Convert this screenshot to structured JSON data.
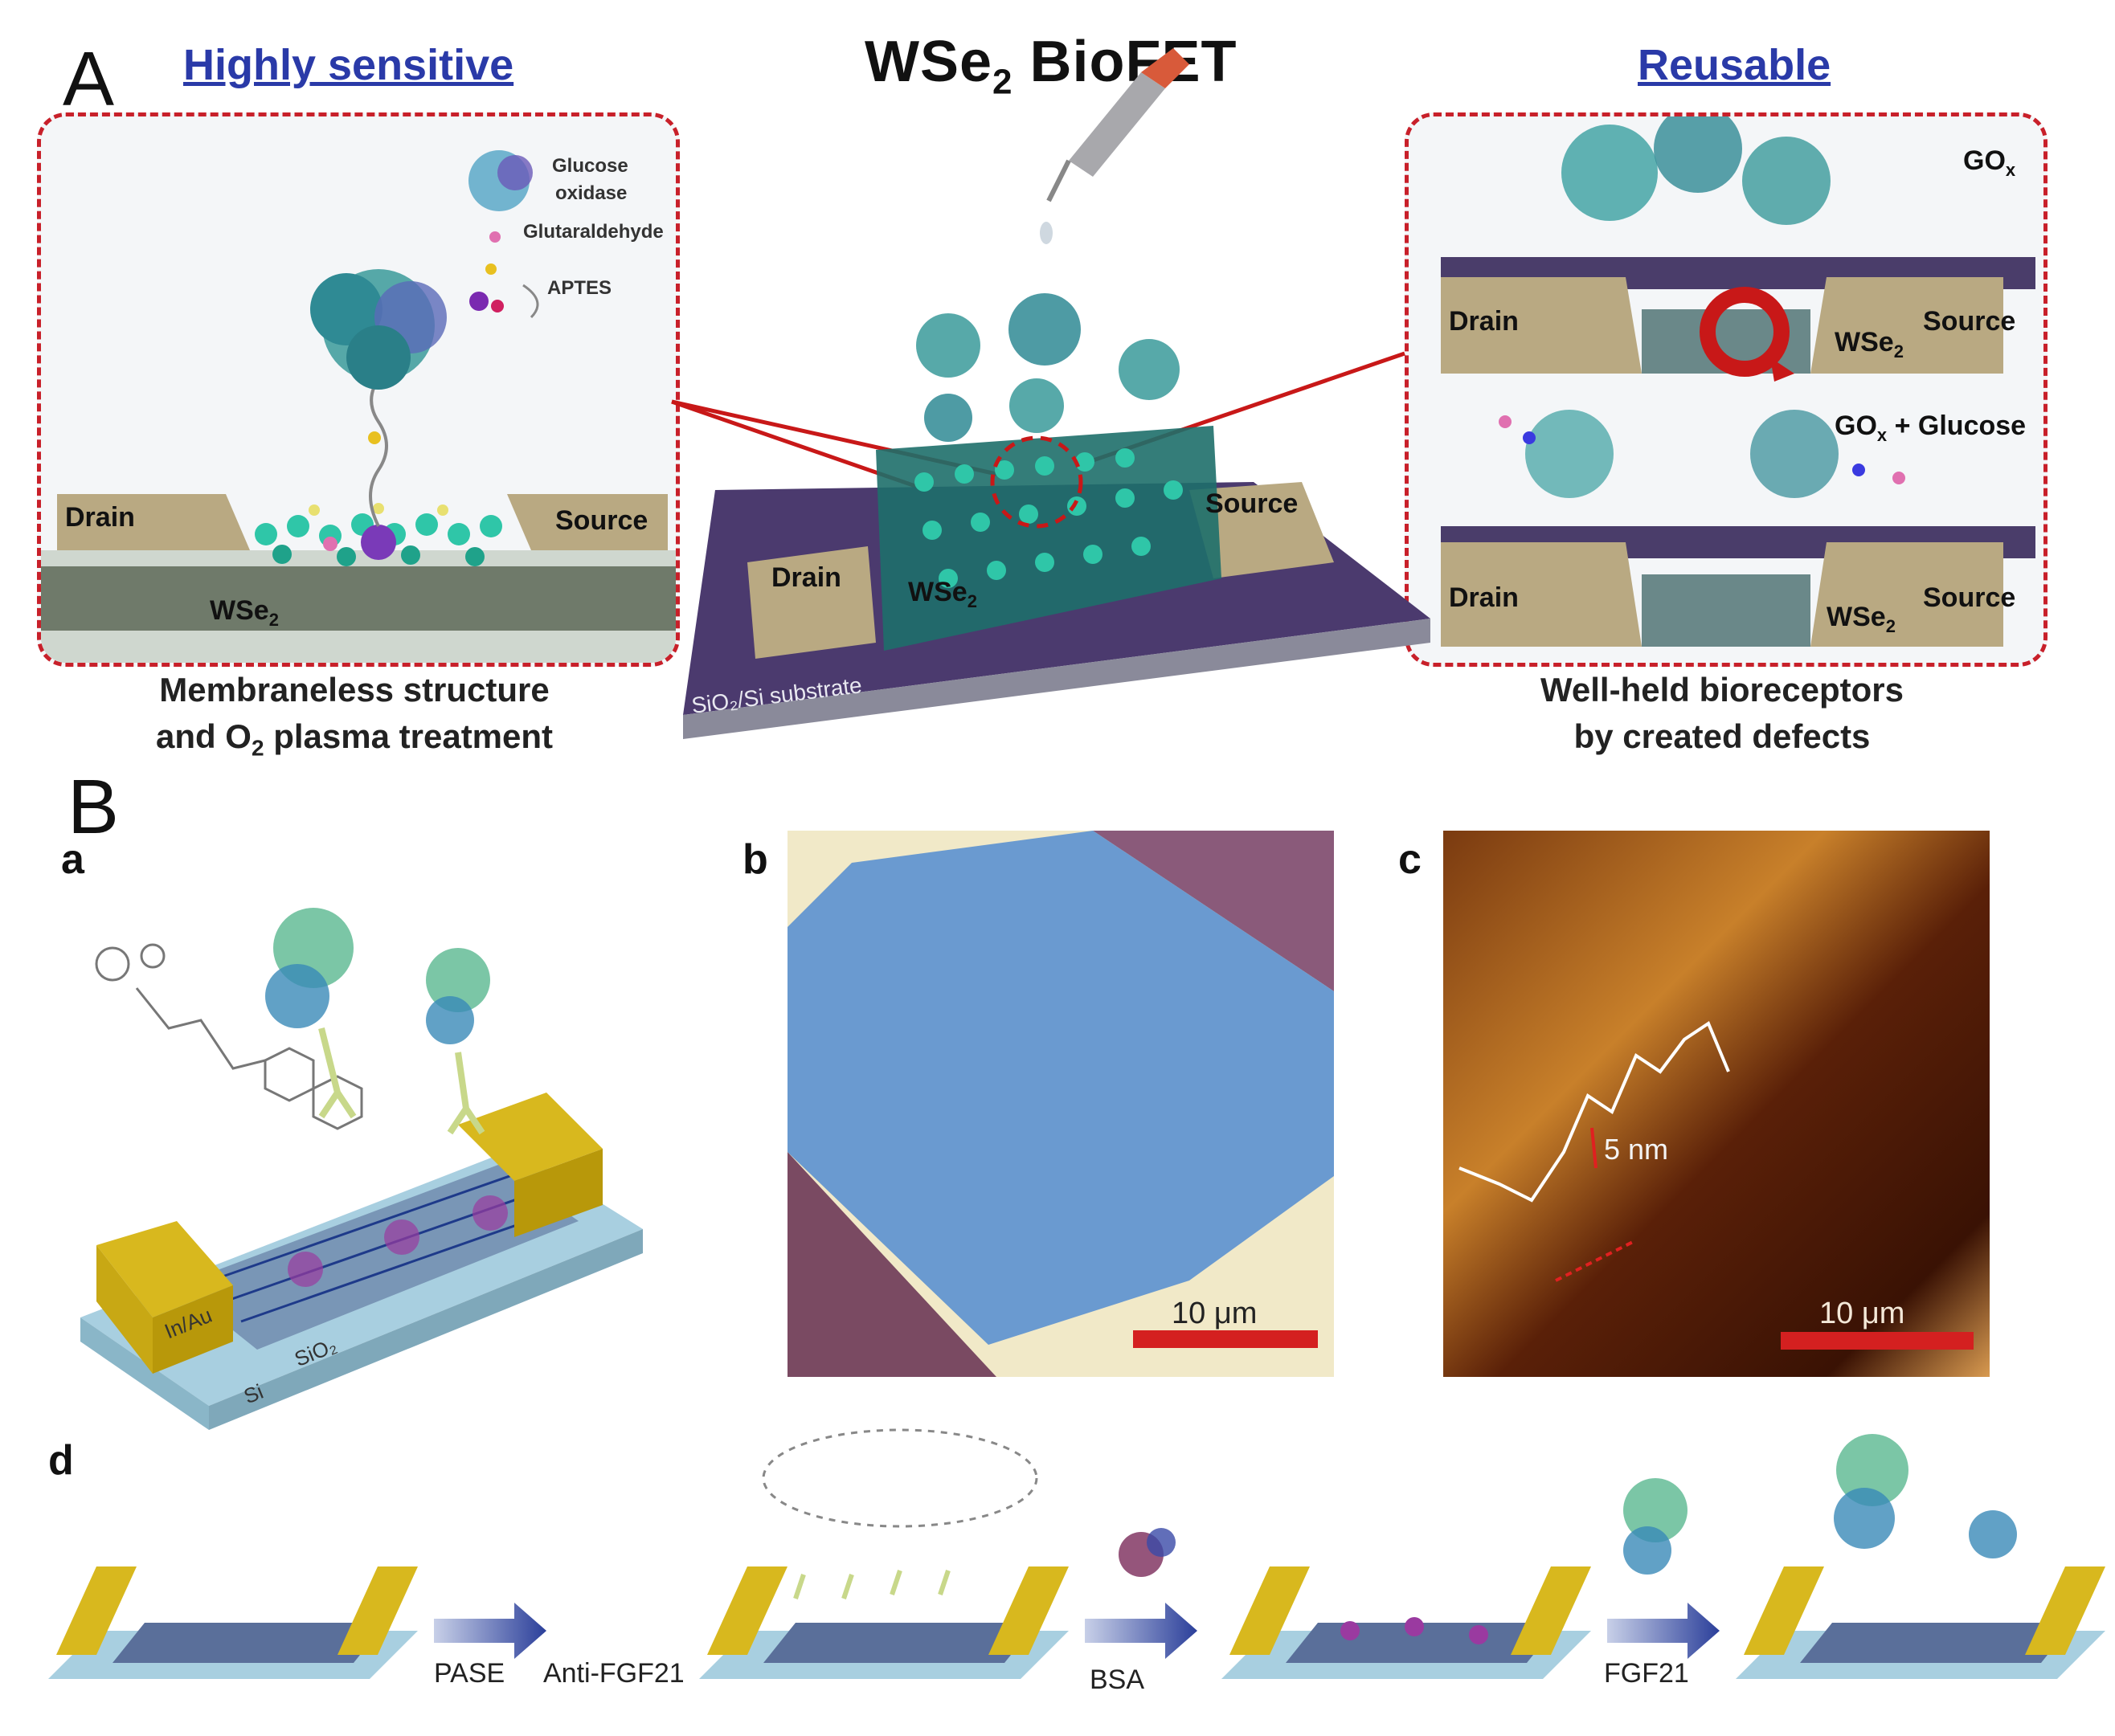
{
  "panel_A": {
    "letter": "A",
    "title_main": "WSe",
    "title_sub": "2",
    "title_rest": " BioFET",
    "left_heading": "Highly sensitive",
    "right_heading": "Reusable",
    "left_inset": {
      "enzyme_label_1": "Glucose",
      "enzyme_label_2": "oxidase",
      "linker_label": "Glutaraldehyde",
      "silane_label": "APTES",
      "drain": "Drain",
      "source": "Source",
      "channel_main": "WSe",
      "channel_sub": "2"
    },
    "center": {
      "drain": "Drain",
      "source": "Source",
      "channel_main": "WSe",
      "channel_sub": "2",
      "substrate_label": "SiO₂/Si substrate"
    },
    "right_inset": {
      "gox_label": "GO",
      "gox_sub": "x",
      "drain_top": "Drain",
      "source_top": "Source",
      "channel_top_main": "WSe",
      "channel_top_sub": "2",
      "reaction_main": "GO",
      "reaction_sub": "x",
      "reaction_rest": " + Glucose",
      "drain_bottom": "Drain",
      "source_bottom": "Source",
      "channel_bottom_main": "WSe",
      "channel_bottom_sub": "2"
    },
    "left_caption_line1": "Membraneless structure",
    "left_caption_line2_pre": "and O",
    "left_caption_line2_sub": "2",
    "left_caption_line2_post": " plasma treatment",
    "right_caption_line1": "Well-held bioreceptors",
    "right_caption_line2": "by created defects"
  },
  "panel_B": {
    "letter": "B",
    "sub_a": "a",
    "sub_b": "b",
    "sub_c": "c",
    "sub_d": "d",
    "a_electrode_label": "In/Au",
    "a_substrate_label": "SiO₂",
    "a_si_label": "Si",
    "b_scale": "10 μm",
    "c_scale": "10 μm",
    "c_height": "5 nm",
    "steps": [
      "PASE",
      "Anti-FGF21",
      "BSA",
      "FGF21"
    ]
  },
  "colors": {
    "heading_blue": "#2a3aa8",
    "inset_border": "#c8202a",
    "scale_bar": "#d42020",
    "electrode_gold": "#d8b81e",
    "arrow_blue": "#2b3f9a",
    "substrate_purple": "#4b3a6e"
  }
}
